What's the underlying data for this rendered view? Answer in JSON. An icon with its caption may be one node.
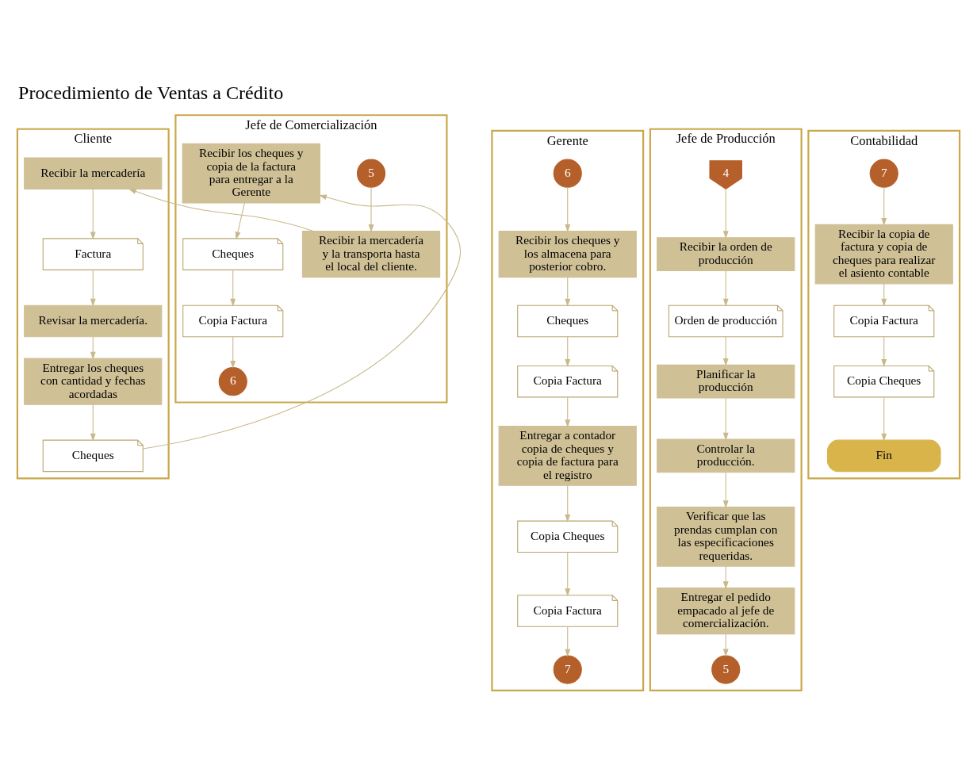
{
  "diagram": {
    "title": "Procedimiento de Ventas a Crédito",
    "nodes": [
      {
        "text": [
          "Cliente"
        ]
      },
      {
        "text": [
          "Jefe de Comercialización"
        ]
      },
      {
        "text": [
          "Gerente"
        ]
      },
      {
        "text": [
          "Jefe de Producción"
        ]
      },
      {
        "text": [
          "Contabilidad"
        ]
      },
      {
        "text": [
          "Recibir la mercadería"
        ],
        "in": 0
      },
      {
        "text": [
          "Factura"
        ],
        "in": 0
      },
      {
        "text": [
          "Revisar la mercadería."
        ],
        "in": 0
      },
      {
        "text": [
          "Entregar los cheques con cantidad y fechas acordadas"
        ],
        "in": 0
      },
      {
        "text": [
          "Cheques"
        ],
        "in": 0
      },
      {
        "text": [
          "5"
        ],
        "in": 1
      },
      {
        "text": [
          "Recibir la mercadería y la transporta hasta el local del cliente."
        ],
        "in": 1
      },
      {
        "text": [
          "Recibir los cheques y copia de la factura para entregar a la Gerente"
        ],
        "in": 1
      },
      {
        "text": [
          "Cheques"
        ],
        "in": 1
      },
      {
        "text": [
          "Copia Factura"
        ],
        "in": 1
      },
      {
        "text": [
          "6"
        ],
        "in": 1
      },
      {
        "text": [
          "6"
        ],
        "in": 2
      },
      {
        "text": [
          "Recibir los cheques y los almacena para posterior cobro."
        ],
        "in": 2
      },
      {
        "text": [
          "Cheques"
        ],
        "in": 2
      },
      {
        "text": [
          "Copia Factura"
        ],
        "in": 2
      },
      {
        "text": [
          "Entregar a contador copia de cheques y copia de factura para el registro"
        ],
        "in": 2
      },
      {
        "text": [
          "Copia Cheques"
        ],
        "in": 2
      },
      {
        "text": [
          "Copia Factura"
        ],
        "in": 2
      },
      {
        "text": [
          "7"
        ],
        "in": 2
      },
      {
        "text": [
          "4"
        ],
        "in": 3
      },
      {
        "text": [
          "Recibir la orden de producción"
        ],
        "in": 3
      },
      {
        "text": [
          "Orden de producción"
        ],
        "in": 3
      },
      {
        "text": [
          "Planificar la producción"
        ],
        "in": 3
      },
      {
        "text": [
          "Controlar la producción."
        ],
        "in": 3
      },
      {
        "text": [
          "Verificar que las prendas cumplan con las especificaciones requeridas."
        ],
        "in": 3
      },
      {
        "text": [
          "Entregar el pedido empacado al jefe de comercialización."
        ],
        "in": 3
      },
      {
        "text": [
          "5"
        ],
        "in": 3
      },
      {
        "text": [
          "7"
        ],
        "in": 4
      },
      {
        "text": [
          "Recibir la copia de factura y copia de cheques para realizar el asiento contable"
        ],
        "in": 4
      },
      {
        "text": [
          "Copia Factura"
        ],
        "in": 4
      },
      {
        "text": [
          "Copia Cheques"
        ],
        "in": 4
      },
      {
        "text": [
          "Fin"
        ],
        "in": 4
      }
    ],
    "edges": [
      {
        "from": 10,
        "to": 11,
        "arrow": "to"
      },
      {
        "from": 11,
        "to": 5,
        "arrow": "to"
      },
      {
        "from": 5,
        "to": 6,
        "arrow": "to"
      },
      {
        "from": 6,
        "to": 7,
        "arrow": "to"
      },
      {
        "from": 7,
        "to": 8,
        "arrow": "to"
      },
      {
        "from": 8,
        "to": 9,
        "arrow": "to"
      },
      {
        "from": 9,
        "to": 12,
        "arrow": "to"
      },
      {
        "from": 12,
        "to": 13,
        "arrow": "to"
      },
      {
        "from": 13,
        "to": 14,
        "arrow": "to"
      },
      {
        "from": 14,
        "to": 15,
        "arrow": "to"
      },
      {
        "from": 16,
        "to": 17,
        "arrow": "to"
      },
      {
        "from": 17,
        "to": 18,
        "arrow": "to"
      },
      {
        "from": 18,
        "to": 19,
        "arrow": "to"
      },
      {
        "from": 19,
        "to": 20,
        "arrow": "to"
      },
      {
        "from": 20,
        "to": 21,
        "arrow": "to"
      },
      {
        "from": 21,
        "to": 22,
        "arrow": "to"
      },
      {
        "from": 22,
        "to": 23,
        "arrow": "to"
      },
      {
        "from": 24,
        "to": 25,
        "arrow": "to"
      },
      {
        "from": 25,
        "to": 26,
        "arrow": "to"
      },
      {
        "from": 26,
        "to": 27,
        "arrow": "to"
      },
      {
        "from": 27,
        "to": 28,
        "arrow": "to"
      },
      {
        "from": 28,
        "to": 29,
        "arrow": "to"
      },
      {
        "from": 29,
        "to": 30,
        "arrow": "to"
      },
      {
        "from": 30,
        "to": 31,
        "arrow": "to"
      },
      {
        "from": 32,
        "to": 33,
        "arrow": "to"
      },
      {
        "from": 33,
        "to": 34,
        "arrow": "to"
      },
      {
        "from": 34,
        "to": 35,
        "arrow": "to"
      },
      {
        "from": 35,
        "to": 36,
        "arrow": "to"
      }
    ]
  }
}
